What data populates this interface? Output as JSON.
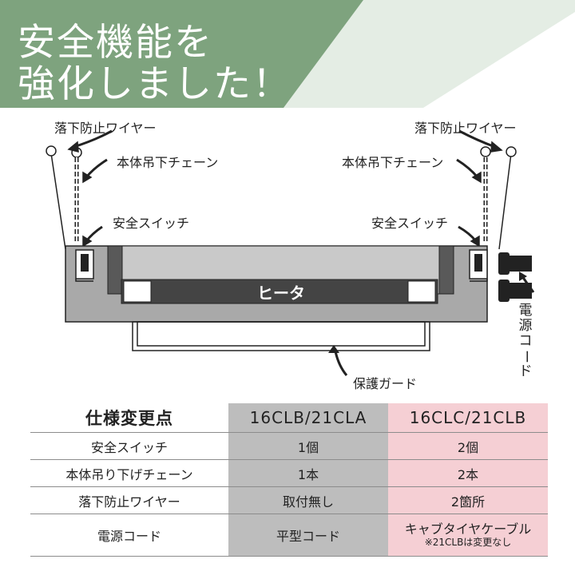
{
  "title": {
    "line1": "安全機能を",
    "line2": "強化しました！"
  },
  "colors": {
    "banner_dark": "#7ea37e",
    "banner_light": "#cfe0cf",
    "old_column": "#bdbdbd",
    "new_column": "#f5cfd4"
  },
  "diagram": {
    "wire_label_left": "落下防止ワイヤー",
    "wire_label_right": "落下防止ワイヤー",
    "chain_label_left": "本体吊下チェーン",
    "chain_label_right": "本体吊下チェーン",
    "switch_label_left": "安全スイッチ",
    "switch_label_right": "安全スイッチ",
    "heater_label": "ヒータ",
    "guard_label": "保護ガード",
    "power_cord_label": [
      "電",
      "源",
      "コ",
      "ー",
      "ド"
    ]
  },
  "table": {
    "header": {
      "label": "仕様変更点",
      "old_model": "16CLB/21CLA",
      "new_model": "16CLC/21CLB"
    },
    "rows": [
      {
        "label": "安全スイッチ",
        "old": "1個",
        "new": "2個"
      },
      {
        "label": "本体吊り下げチェーン",
        "old": "1本",
        "new": "2本"
      },
      {
        "label": "落下防止ワイヤー",
        "old": "取付無し",
        "new": "2箇所"
      },
      {
        "label": "電源コード",
        "old": "平型コード",
        "new": "キャブタイヤケーブル",
        "new_note": "※21CLBは変更なし"
      }
    ]
  }
}
